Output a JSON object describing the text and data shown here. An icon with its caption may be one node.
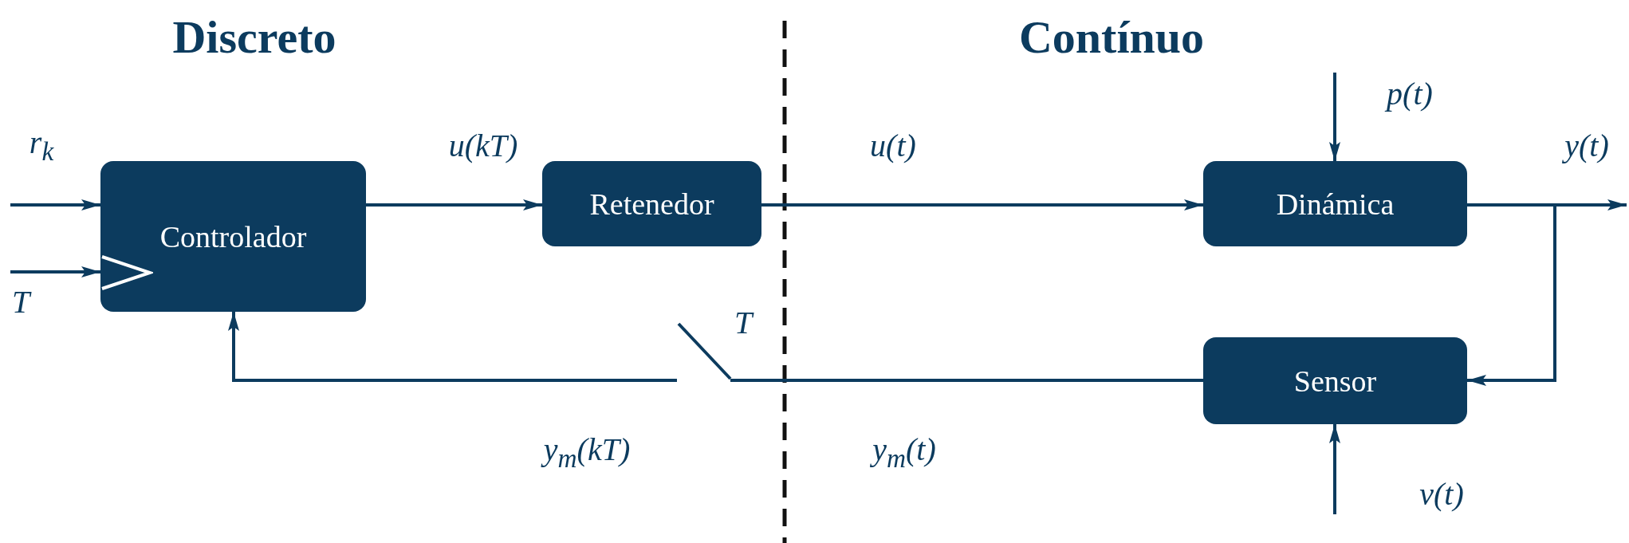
{
  "diagram": {
    "nodes": [
      {
        "text": [
          "Controlador"
        ]
      },
      {
        "text": [
          "Retenedor"
        ]
      },
      {
        "text": [
          "Dinámica"
        ]
      },
      {
        "text": [
          "Sensor"
        ]
      },
      {
        "text": [],
        "shape": "switch",
        "beside": [
          "T"
        ]
      }
    ],
    "edges": [
      {
        "from": null,
        "to": 0,
        "arrow": "to",
        "label": "r$_{k}$"
      },
      {
        "from": null,
        "to": 0,
        "arrow": "to",
        "label": "T"
      },
      {
        "from": 0,
        "to": 1,
        "arrow": "to",
        "label": "u(kT)"
      },
      {
        "from": 1,
        "to": 2,
        "arrow": "to",
        "label": "u(t)"
      },
      {
        "from": null,
        "to": 2,
        "arrow": "to",
        "label": "p(t)"
      },
      {
        "from": 2,
        "to": null,
        "arrow": "to",
        "label": "y(t)"
      },
      {
        "from": 2,
        "to": 3,
        "arrow": "to"
      },
      {
        "from": null,
        "to": 3,
        "arrow": "to",
        "label": "v(t)"
      },
      {
        "from": 3,
        "to": 4,
        "arrow": "none",
        "label": "y$_{m}$(t)"
      },
      {
        "from": 4,
        "to": 0,
        "arrow": "to",
        "label": "y$_{m}$(kT)"
      }
    ],
    "labels": [
      "Discreto",
      "Contínuo"
    ]
  }
}
